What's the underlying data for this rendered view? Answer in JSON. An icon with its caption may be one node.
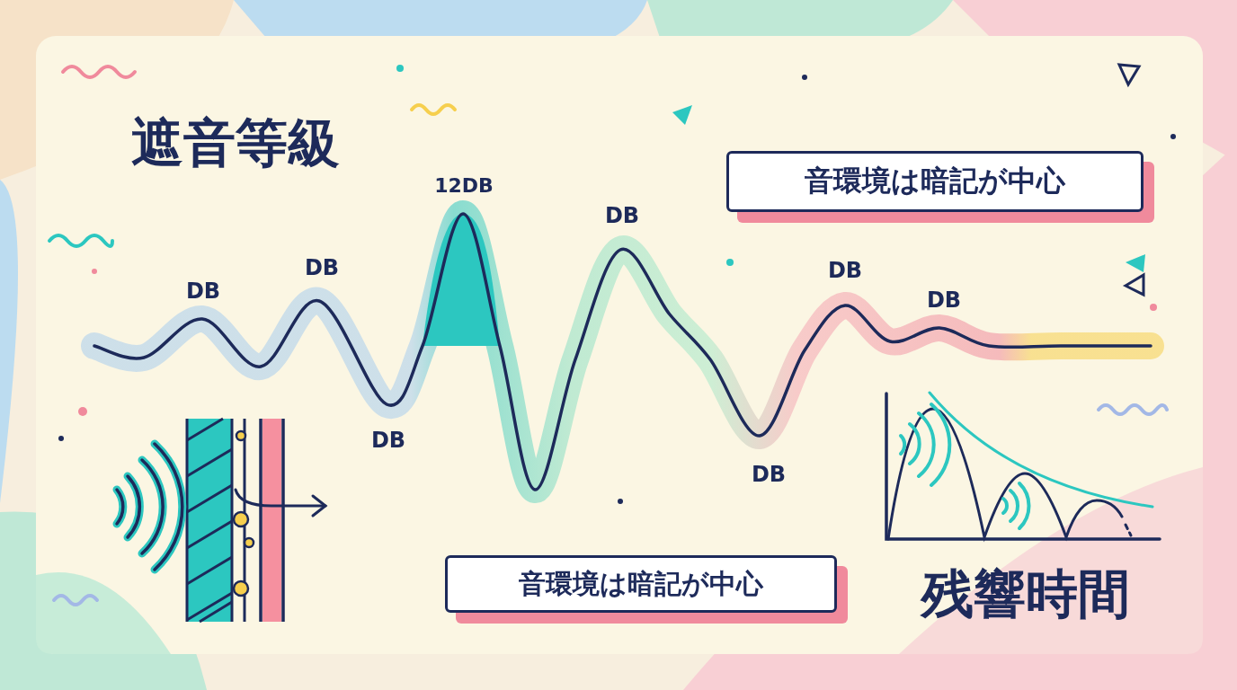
{
  "diagram": {
    "nodes": [
      {
        "text": [
          "音環境は暗記が中心"
        ]
      },
      {
        "text": [
          "音環境は暗記が中心"
        ]
      }
    ],
    "edges": [],
    "labels": [
      "遮音等級",
      "12DB",
      "DB",
      "DB",
      "DB",
      "DB",
      "DB",
      "DB",
      "DB",
      "残響時間"
    ]
  }
}
